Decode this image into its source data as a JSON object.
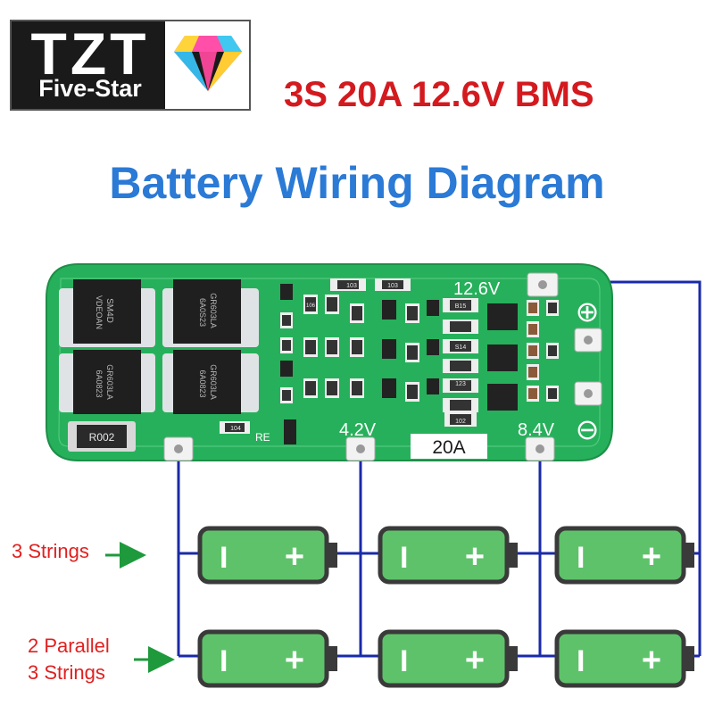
{
  "logo": {
    "brand": "TZT",
    "tagline": "Five-Star"
  },
  "header": {
    "model": "3S 20A 12.6V BMS",
    "diagram_title": "Battery Wiring Diagram"
  },
  "board": {
    "voltage_labels": {
      "v126": "12.6V",
      "v42": "4.2V",
      "v84": "8.4V"
    },
    "current_label": "20A",
    "resistor_label": "R002",
    "re_label": "RE",
    "mosfet_marks": [
      "SM4D",
      "VDEOAN",
      "GR603LA",
      "6A0S23",
      "GR603LA",
      "6A0823",
      "GR603LA",
      "6A0823"
    ],
    "small_marks": [
      "104",
      "103",
      "106",
      "103",
      "123",
      "102",
      "B15",
      "S14"
    ],
    "minus_symbol": "⊖",
    "plus_symbol": "⊕"
  },
  "rows": {
    "series_label": "3 Strings",
    "parallel_label_line1": "2 Parallel",
    "parallel_label_line2": "3 Strings"
  },
  "battery": {
    "minus": "I",
    "plus": "+"
  },
  "colors": {
    "model_red": "#d31a1f",
    "title_blue": "#2a7ad6",
    "wire_blue": "#1a2aa8",
    "pcb_green": "#27b05b",
    "battery_green": "#5ec26a",
    "arrow_green": "#1e9a3c",
    "label_red": "#e02020"
  }
}
